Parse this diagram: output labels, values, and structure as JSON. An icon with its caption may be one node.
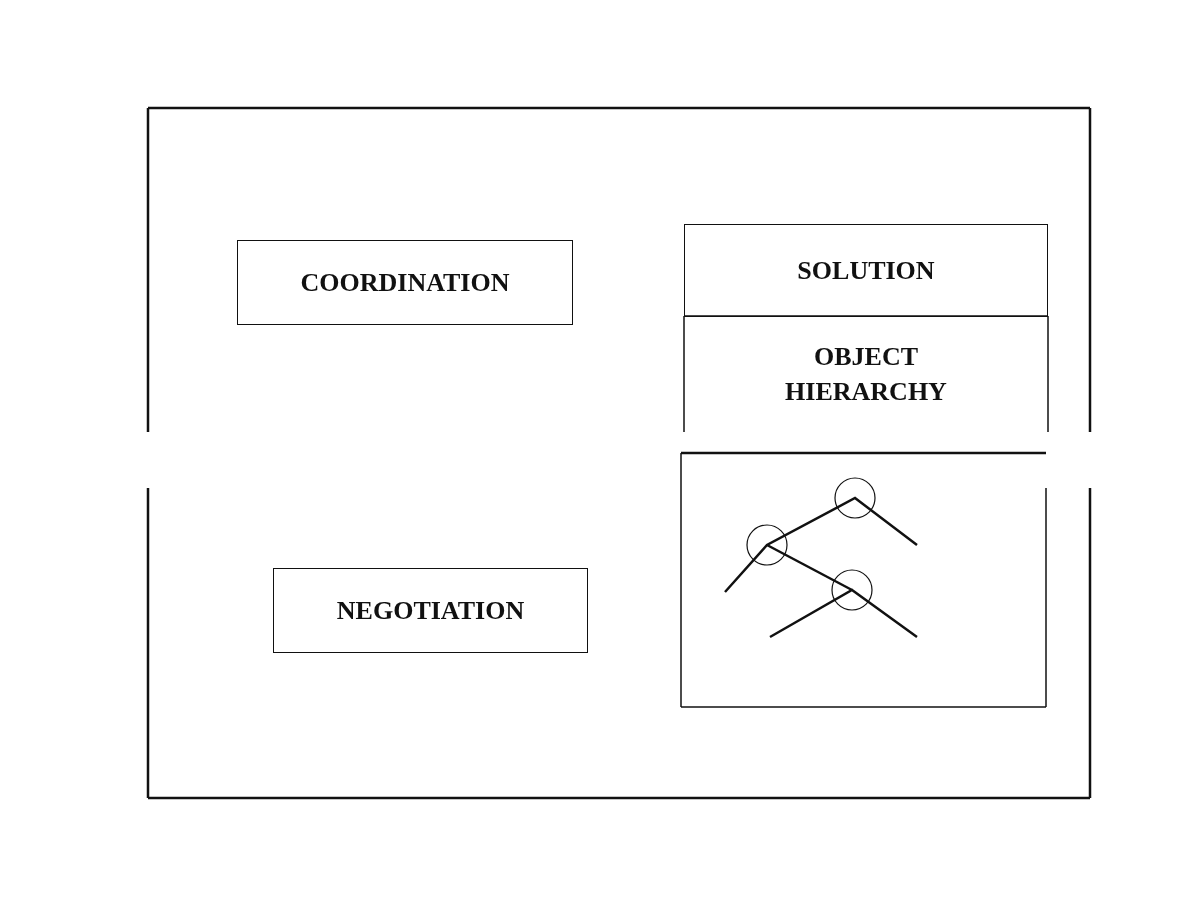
{
  "diagram": {
    "nodes": [
      {
        "text": [],
        "shape": "box"
      },
      {
        "text": [
          "COORDINATION"
        ],
        "in": 0
      },
      {
        "text": [
          "SOLUTION"
        ],
        "in": 0
      },
      {
        "text": [
          "OBJECT HIERARCHY"
        ],
        "in": 0
      },
      {
        "text": [],
        "shape": "picture",
        "in": 0
      },
      {
        "text": [
          "NEGOTIATION"
        ],
        "in": 0
      }
    ]
  }
}
